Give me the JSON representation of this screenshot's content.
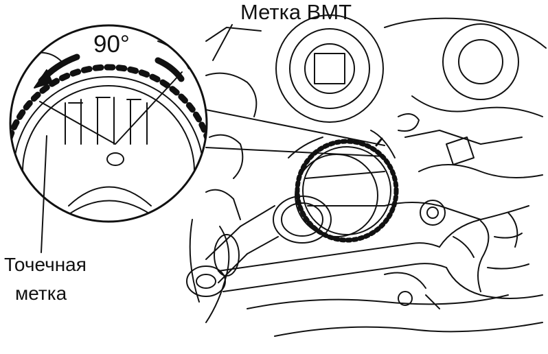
{
  "diagram": {
    "labels": {
      "tdc_mark": "Метка ВМТ",
      "angle": "90°",
      "dot_mark_line1": "Точечная",
      "dot_mark_line2": "метка"
    },
    "colors": {
      "ink": "#111111",
      "background": "#ffffff"
    },
    "icons": [
      "crankshaft-sprocket",
      "socket-wrench-icon",
      "hand-icon",
      "rotation-arrow-icon"
    ]
  }
}
